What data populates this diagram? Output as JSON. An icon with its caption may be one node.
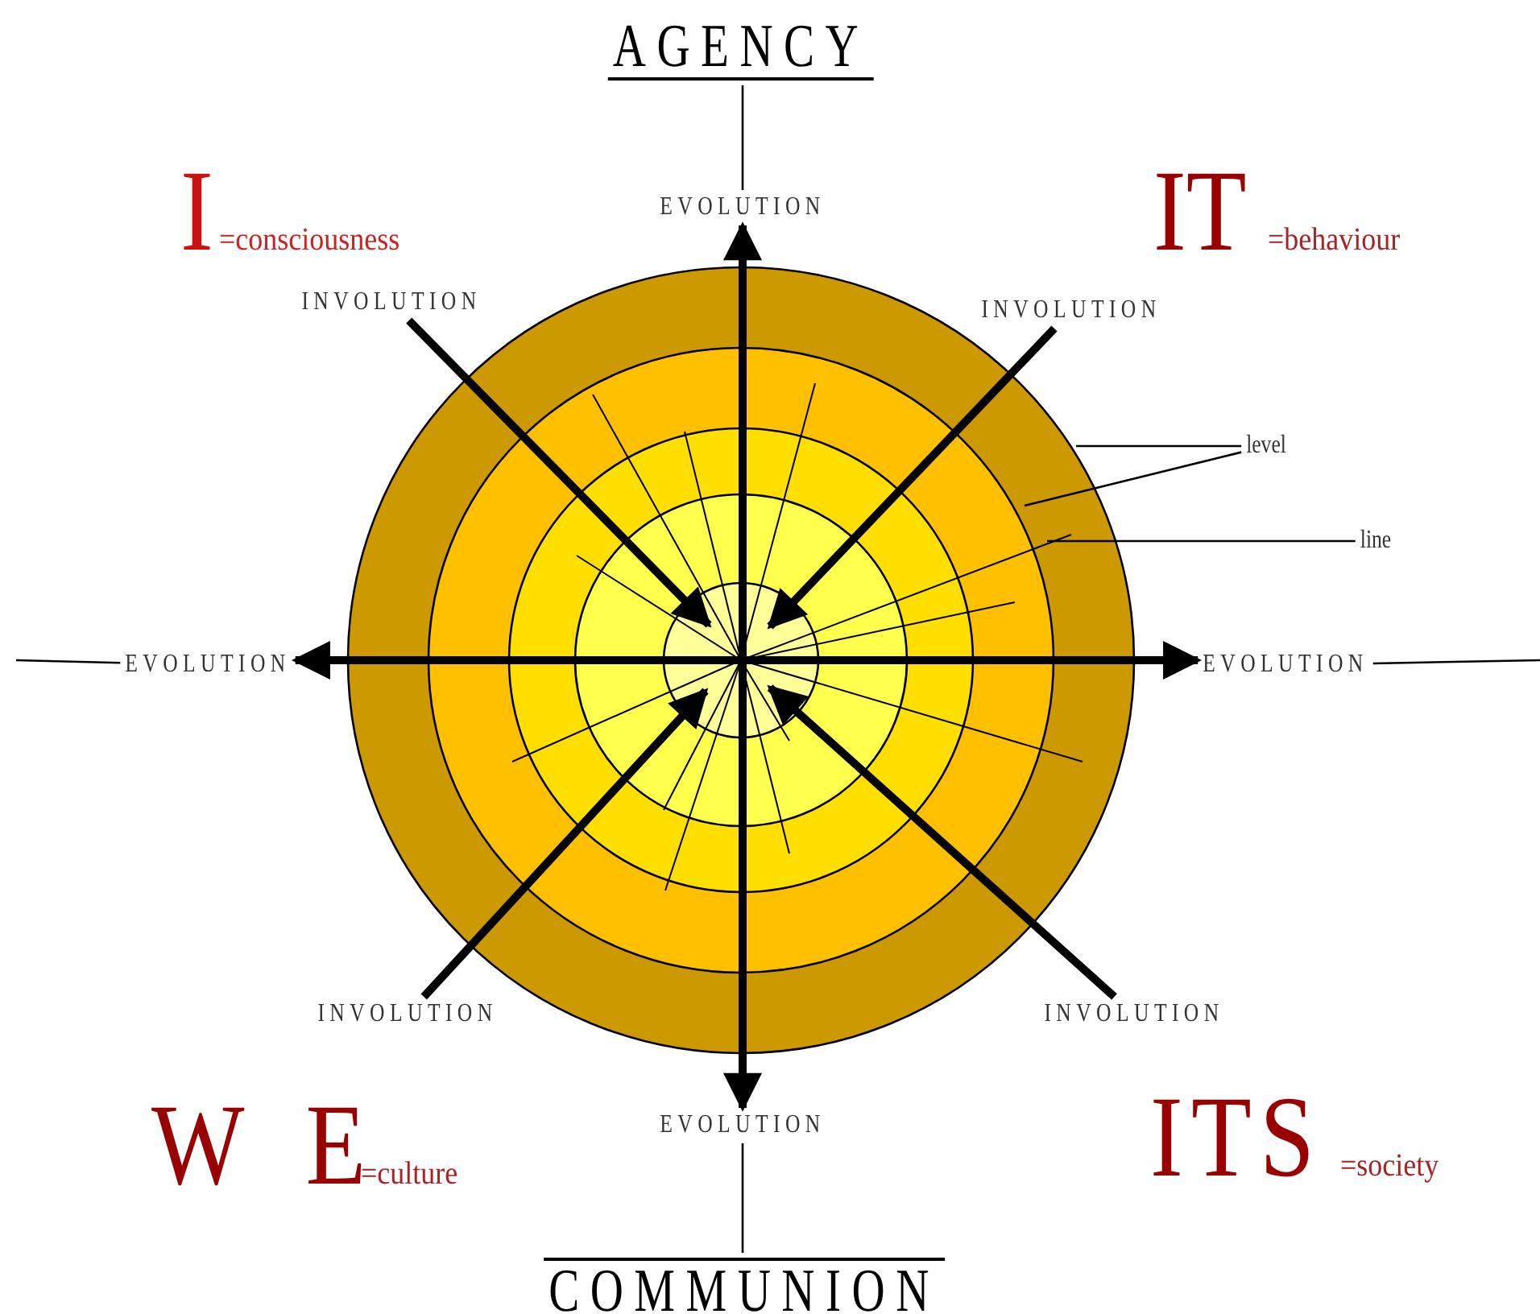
{
  "diagram": {
    "nodes": [
      {
        "text": [
          "AGENCY"
        ]
      },
      {
        "text": [
          "EVOLUTION"
        ]
      },
      {
        "text": [
          "INVOLUTION"
        ]
      },
      {
        "text": [
          "INVOLUTION"
        ]
      },
      {
        "text": [
          "level"
        ]
      },
      {
        "text": [
          "line"
        ]
      },
      {
        "text": [
          "EVOLUTION"
        ]
      },
      {
        "text": [
          "EVOLUTION"
        ]
      },
      {
        "text": [
          "INVOLUTION"
        ]
      },
      {
        "text": [
          "INVOLUTION"
        ]
      },
      {
        "text": [
          "EVOLUTION"
        ]
      },
      {
        "text": [
          "COMMUNION"
        ]
      }
    ],
    "edges": [
      {
        "from": 0,
        "to": 1,
        "arrow": "none"
      },
      {
        "from": 1,
        "to": 10,
        "arrow": "both",
        "style": "thick"
      },
      {
        "from": 6,
        "to": 7,
        "arrow": "both",
        "style": "thick"
      },
      {
        "from": 2,
        "to": null,
        "arrow": "to",
        "style": "thick"
      },
      {
        "from": 3,
        "to": null,
        "arrow": "to",
        "style": "thick"
      },
      {
        "from": 8,
        "to": null,
        "arrow": "to",
        "style": "thick"
      },
      {
        "from": 9,
        "to": null,
        "arrow": "to",
        "style": "thick"
      },
      {
        "from": 4,
        "to": null,
        "arrow": "none"
      },
      {
        "from": 4,
        "to": null,
        "arrow": "none"
      },
      {
        "from": 5,
        "to": null,
        "arrow": "none"
      },
      {
        "from": 6,
        "to": null,
        "arrow": "none"
      },
      {
        "from": 7,
        "to": null,
        "arrow": "none"
      },
      {
        "from": 10,
        "to": 11,
        "arrow": "none"
      }
    ],
    "labels": [
      "I",
      "=consciousness",
      "IT",
      "=behaviour",
      "W E",
      "=culture",
      "ITS",
      "=society"
    ]
  }
}
